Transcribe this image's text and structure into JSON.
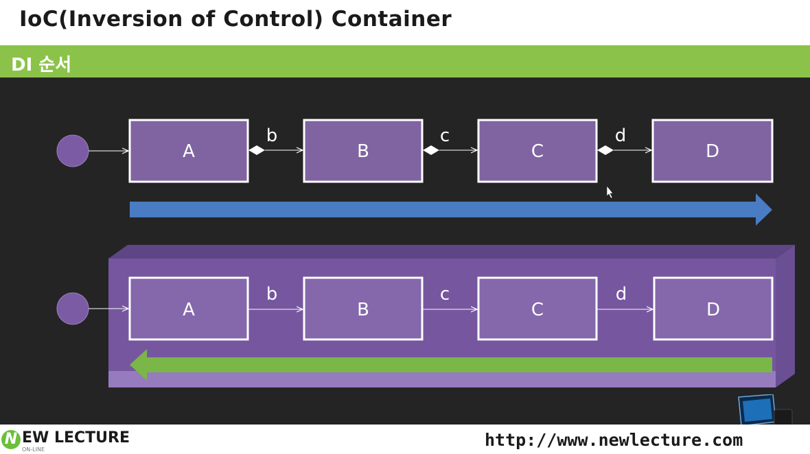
{
  "header": {
    "title": "IoC(Inversion of Control) Container"
  },
  "section": {
    "title": "DI 순서"
  },
  "diagram": {
    "top_row": {
      "boxes": [
        "A",
        "B",
        "C",
        "D"
      ],
      "edge_labels": [
        "b",
        "c",
        "d"
      ],
      "arrow_direction": "right",
      "arrow_color": "#4a7cc4"
    },
    "bottom_row": {
      "boxes": [
        "A",
        "B",
        "C",
        "D"
      ],
      "edge_labels": [
        "b",
        "c",
        "d"
      ],
      "arrow_direction": "left",
      "arrow_color": "#7ab648",
      "container_color": "#7a5aa6"
    },
    "box_color": "#8064a2",
    "start_node_color": "#7b5ba4"
  },
  "footer": {
    "logo_initial": "N",
    "logo_text": "EW LECTURE",
    "logo_subtext": "ON-LINE",
    "url": "http://www.newlecture.com"
  }
}
